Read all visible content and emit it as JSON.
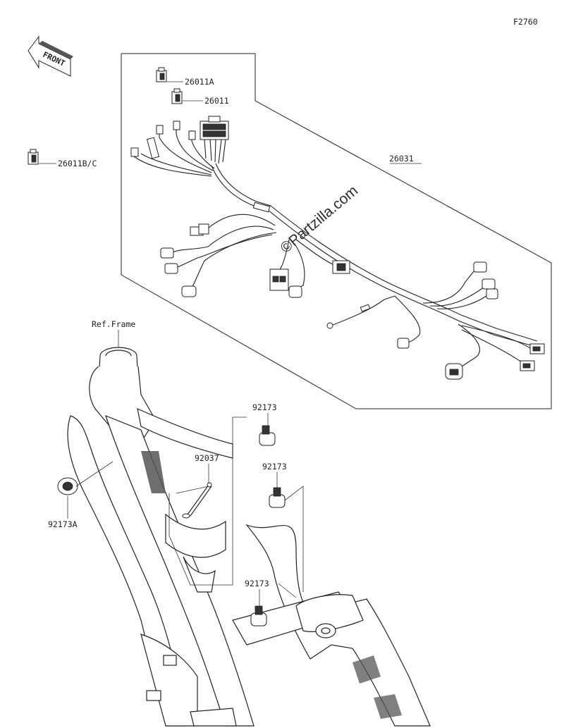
{
  "figure_code": "F2760",
  "front_label": "FRONT",
  "watermark": "©Partzilla.com",
  "ref_frame_label": "Ref.Frame",
  "parts": [
    {
      "id": "26011A",
      "label": "26011A"
    },
    {
      "id": "26011",
      "label": "26011"
    },
    {
      "id": "26011BC",
      "label": "26011B/C"
    },
    {
      "id": "26031",
      "label": "26031"
    },
    {
      "id": "92173-top",
      "label": "92173"
    },
    {
      "id": "92037",
      "label": "92037"
    },
    {
      "id": "92173-mid",
      "label": "92173"
    },
    {
      "id": "92173A",
      "label": "92173A"
    },
    {
      "id": "92173-bottom",
      "label": "92173"
    }
  ]
}
